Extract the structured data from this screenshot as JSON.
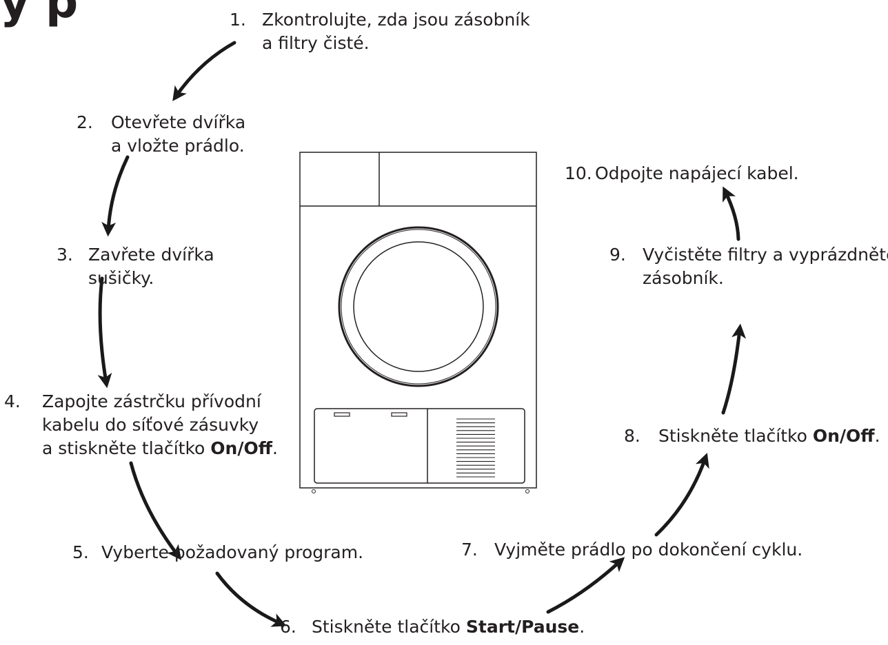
{
  "header_partial": "y p",
  "steps": [
    {
      "num": "1.",
      "lines": [
        "Zkontrolujte, zda jsou zásobník",
        "a filtry čisté."
      ]
    },
    {
      "num": "2.",
      "lines": [
        "Otevřete dvířka",
        "a vložte prádlo."
      ]
    },
    {
      "num": "3.",
      "lines": [
        "Zavřete dvířka",
        "sušičky."
      ]
    },
    {
      "num": "4.",
      "lines": [
        "Zapojte zástrčku přívodní",
        "kabelu do síťové zásuvky"
      ],
      "last_pre": "a stiskněte tlačítko ",
      "last_bold": "On/Off",
      "last_post": "."
    },
    {
      "num": "5.",
      "lines": [
        "Vyberte požadovaný program."
      ]
    },
    {
      "num": "6.",
      "pre": "Stiskněte tlačítko ",
      "bold": "Start/Pause",
      "post": "."
    },
    {
      "num": "7.",
      "lines": [
        "Vyjměte prádlo po dokončení cyklu."
      ]
    },
    {
      "num": "8.",
      "pre": "Stiskněte tlačítko ",
      "bold": "On/Off",
      "post": "."
    },
    {
      "num": "9.",
      "lines": [
        "Vyčistěte filtry a vyprázdněte",
        "zásobník."
      ]
    },
    {
      "num": "10.",
      "lines": [
        "Odpojte napájecí kabel."
      ]
    }
  ],
  "colors": {
    "ink": "#231f20",
    "arrow": "#1a1a1a",
    "background": "#ffffff"
  }
}
